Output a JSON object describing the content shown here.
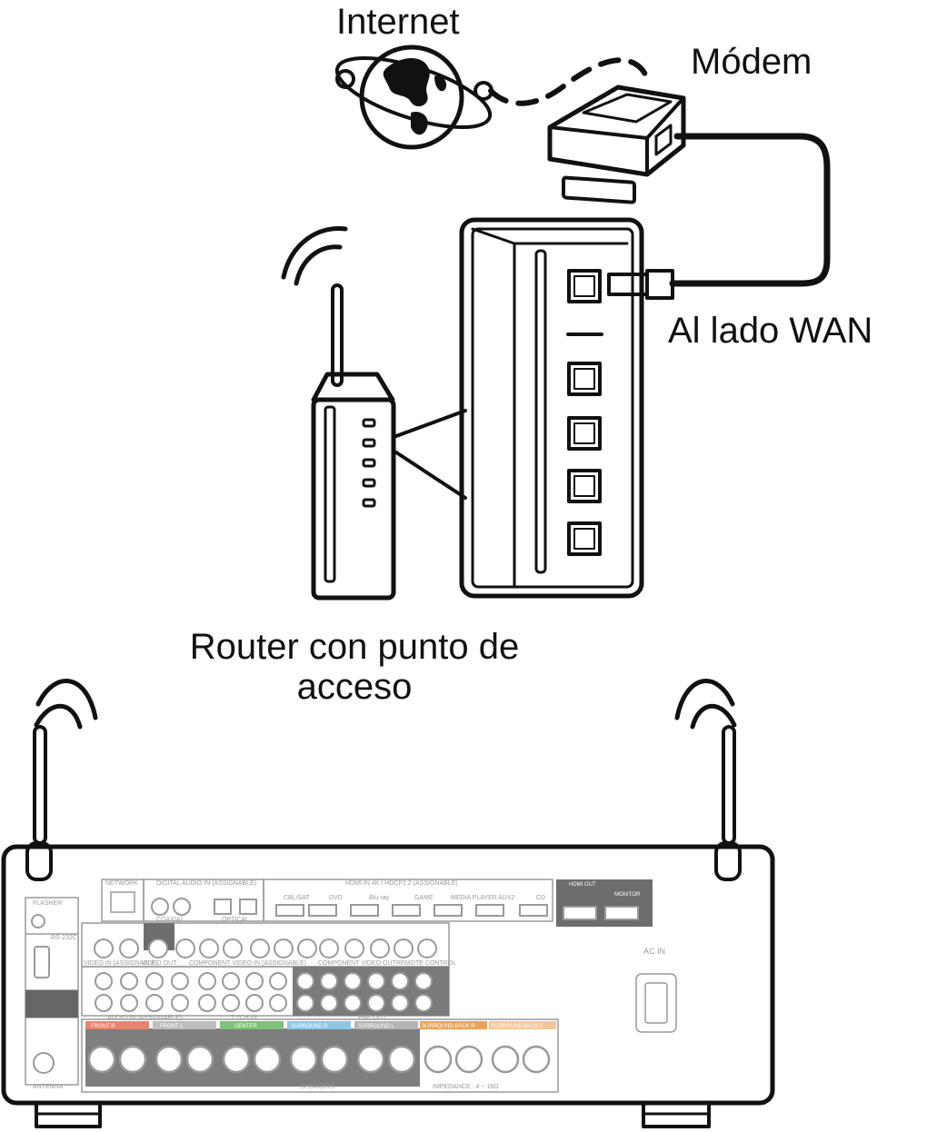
{
  "labels": {
    "internet": "Internet",
    "modem": "Módem",
    "wan_side": "Al lado WAN",
    "router": "Router con punto de acceso"
  },
  "receiver_panel": {
    "network": "NETWORK",
    "digital_audio_in": "DIGITAL AUDIO IN (ASSIGNABLE)",
    "hdmi_in": "HDMI IN 4K / HDCP2.2 (ASSIGNABLE)",
    "hdmi_out": "HDMI OUT",
    "hdmi_inputs": [
      "CBL/SAT",
      "DVD",
      "Blu-ray",
      "GAME",
      "MEDIA PLAYER",
      "AUX2",
      "CD"
    ],
    "monitor": "MONITOR",
    "flasher": "FLASHER",
    "rs232c": "RS-232C",
    "coaxial": "COAXIAL",
    "optical": "OPTICAL",
    "component_video_in": "COMPONENT VIDEO IN (ASSIGNABLE)",
    "component_video_out": "COMPONENT VIDEO OUT",
    "video_in": "VIDEO IN (ASSIGNABLE)",
    "video_out": "VIDEO OUT",
    "remote_control": "REMOTE CONTROL",
    "audio_in": "AUDIO IN (ASSIGNABLE)",
    "ch71_in": "7.1CH IN",
    "pre_out": "PRE OUT",
    "ac_in": "AC IN",
    "antenna": "ANTENNA",
    "speakers": "SPEAKERS",
    "impedance": "IMPEDANCE : 4 ~ 16Ω",
    "speaker_groups": [
      "FRONT R",
      "FRONT L",
      "CENTER",
      "SURROUND R",
      "SURROUND L",
      "SURROUND BACK R",
      "SURROUND BACK L"
    ]
  },
  "colors": {
    "line": "#111111",
    "panel_gray": "#9a9a9a",
    "front_r": "#e8856f",
    "front_l": "#bdbdbd",
    "center": "#7fc07a",
    "surround_r": "#8fc6e4",
    "surround_l": "#b5b5b5",
    "surround_back_r": "#e8a45a",
    "surround_back_l": "#f2c79a"
  }
}
